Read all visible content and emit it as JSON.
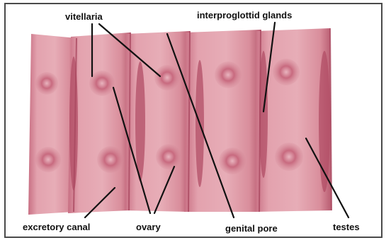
{
  "labels": {
    "vitellaria": "vitellaria",
    "interproglottid_glands": "interproglottid glands",
    "excretory_canal": "excretory canal",
    "ovary": "ovary",
    "genital_pore": "genital pore",
    "testes": "testes"
  },
  "colors": {
    "tissue_base": "#d78a96",
    "tissue_light": "#e6a8b2",
    "tissue_dark": "#b45a6e",
    "background": "#ffffff",
    "leader_line": "#111111",
    "frame": "#4a4a4a"
  }
}
